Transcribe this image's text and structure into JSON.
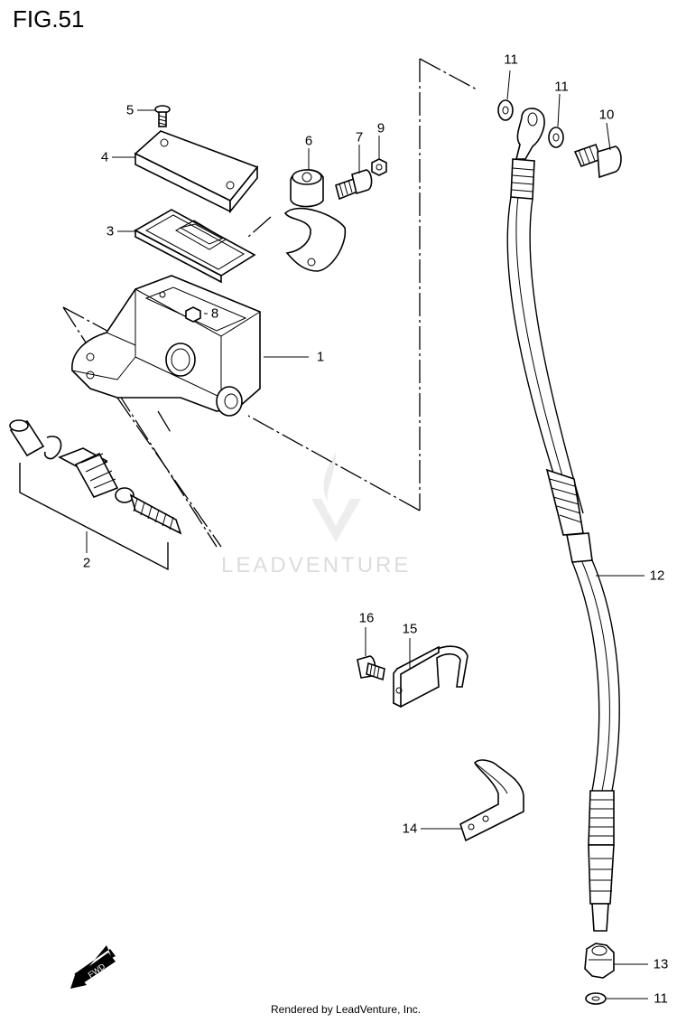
{
  "figure_title": "FIG.51",
  "watermark": "LEADVENTURE",
  "footer": "Rendered by LeadVenture, Inc.",
  "fwd_label": "FWD",
  "callouts": [
    "1",
    "2",
    "3",
    "4",
    "5",
    "6",
    "7",
    "8",
    "9",
    "10",
    "11",
    "11",
    "11",
    "12",
    "13",
    "14",
    "15",
    "16"
  ]
}
